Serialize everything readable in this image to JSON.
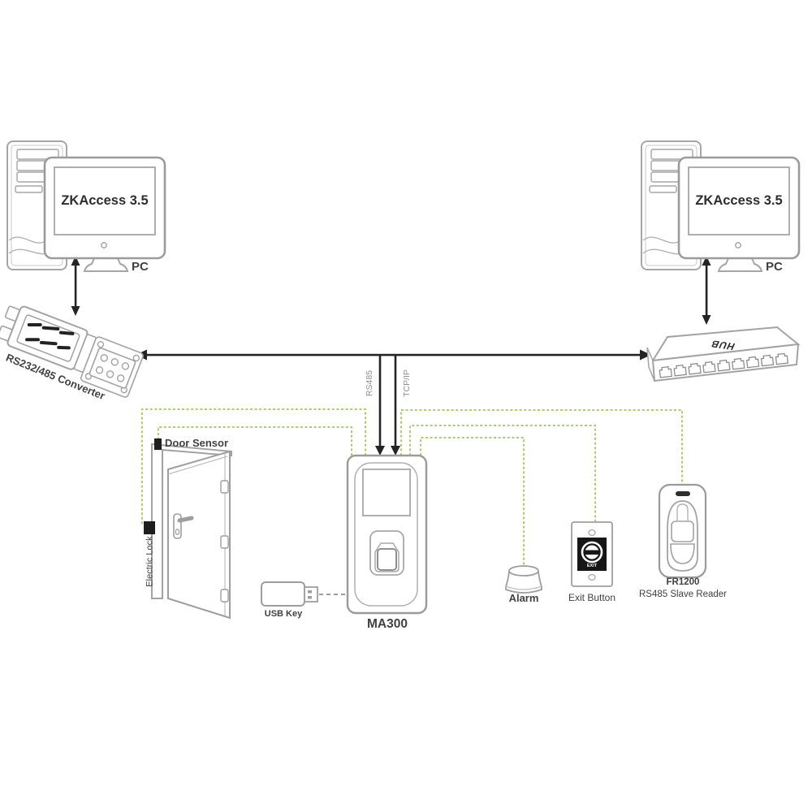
{
  "labels": {
    "screen_left": "ZKAccess 3.5",
    "screen_right": "ZKAccess 3.5",
    "pc_left": "PC",
    "pc_right": "PC",
    "converter": "RS232/485 Converter",
    "hub": "HUB",
    "rs485": "RS485",
    "tcpip": "TCP/IP",
    "door_sensor": "Door Sensor",
    "electric_lock": "Electric Lock",
    "usb_key": "USB Key",
    "ma300": "MA300",
    "alarm": "Alarm",
    "exit_button": "Exit Button",
    "exit_text": "EXIT",
    "fr1200": "FR1200",
    "fr1200_sub": "RS485 Slave Reader"
  },
  "colors": {
    "background": "#ffffff",
    "line_black": "#242424",
    "wire_green": "#a9ce73",
    "dash_gray": "#9c9c9c",
    "device_gray": "#9e9e9e",
    "text_dark": "#414141"
  },
  "connections": [
    {
      "from": "PC (left)",
      "to": "RS232/485 Converter",
      "style": "solid double arrow"
    },
    {
      "from": "RS232/485 Converter",
      "to": "HUB",
      "style": "solid double arrow bus"
    },
    {
      "from": "bus",
      "to": "MA300",
      "label": "RS485",
      "style": "solid arrow down"
    },
    {
      "from": "bus",
      "to": "MA300",
      "label": "TCP/IP",
      "style": "solid arrow down"
    },
    {
      "from": "PC (right)",
      "to": "HUB",
      "style": "solid double arrow"
    },
    {
      "from": "MA300",
      "to": "Electric Lock",
      "style": "green dashed"
    },
    {
      "from": "MA300",
      "to": "Door Sensor",
      "style": "green dashed"
    },
    {
      "from": "MA300",
      "to": "Alarm",
      "style": "green dashed"
    },
    {
      "from": "MA300",
      "to": "Exit Button",
      "style": "green dashed"
    },
    {
      "from": "MA300",
      "to": "FR1200 RS485 Slave Reader",
      "style": "green dashed"
    },
    {
      "from": "USB Key",
      "to": "MA300",
      "style": "gray dashed"
    }
  ]
}
